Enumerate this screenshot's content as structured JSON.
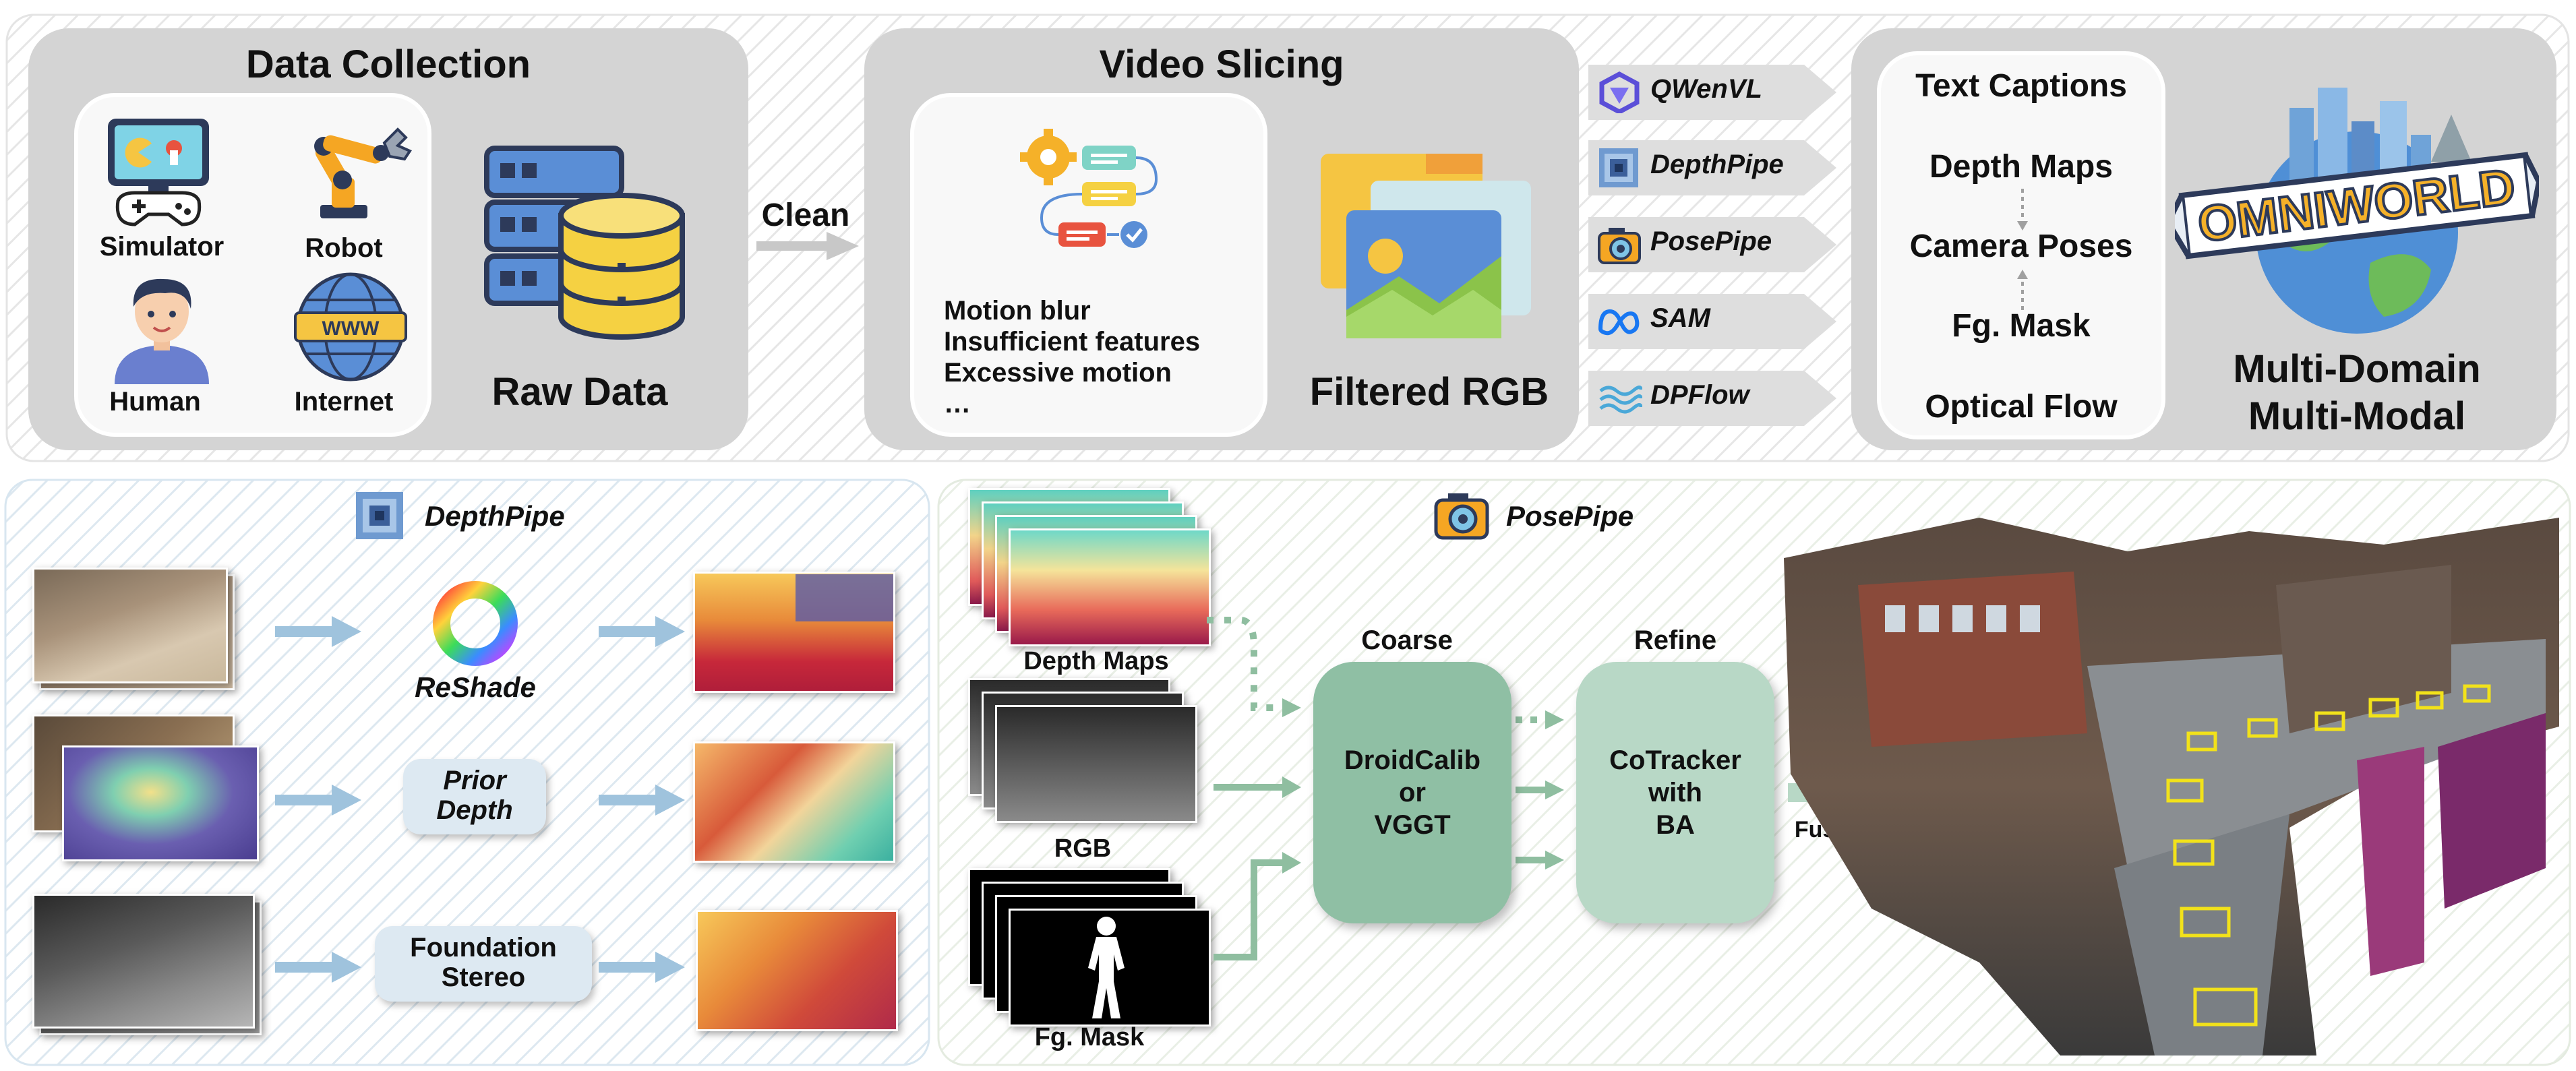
{
  "top": {
    "data_collection": {
      "title": "Data Collection",
      "sources": [
        "Simulator",
        "Robot",
        "Human",
        "Internet"
      ],
      "raw_label": "Raw Data",
      "internet_icon_text": "WWW"
    },
    "clean_label": "Clean",
    "video_slicing": {
      "title": "Video Slicing",
      "issues": [
        "Motion blur",
        "Insufficient features",
        "Excessive motion",
        "…"
      ],
      "filtered_label": "Filtered RGB"
    },
    "tools": [
      {
        "name": "QWenVL",
        "icon": "qwen-logo-icon"
      },
      {
        "name": "DepthPipe",
        "icon": "depthpipe-icon"
      },
      {
        "name": "PosePipe",
        "icon": "camera-icon"
      },
      {
        "name": "SAM",
        "icon": "meta-logo-icon"
      },
      {
        "name": "DPFlow",
        "icon": "wave-icon"
      }
    ],
    "outputs": [
      "Text Captions",
      "Depth Maps",
      "Camera Poses",
      "Fg. Mask",
      "Optical Flow"
    ],
    "omniworld": {
      "logo_text": "OMNIWORLD",
      "caption_line1": "Multi-Domain",
      "caption_line2": "Multi-Modal"
    }
  },
  "depthpipe": {
    "title": "DepthPipe",
    "rows": [
      {
        "method": "ReShade"
      },
      {
        "method_line1": "Prior",
        "method_line2": "Depth"
      },
      {
        "method_line1": "Foundation",
        "method_line2": "Stereo"
      }
    ]
  },
  "posepipe": {
    "title": "PosePipe",
    "inputs": [
      "Depth Maps",
      "RGB",
      "Fg. Mask"
    ],
    "coarse": {
      "title": "Coarse",
      "line1": "DroidCalib",
      "line2": "or",
      "line3": "VGGT"
    },
    "refine": {
      "title": "Refine",
      "line1": "CoTracker",
      "line2": "with",
      "line3": "BA"
    },
    "fused_label": "Fused Point Cloud"
  },
  "colors": {
    "panel_gray": "#d4d4d4",
    "pill_blue": "#dde9f2",
    "coarse_green": "#8fbfa4",
    "refine_green": "#b8d8c6",
    "arrow_blue": "#9fc3dd",
    "arrow_green": "#8fbea0"
  }
}
